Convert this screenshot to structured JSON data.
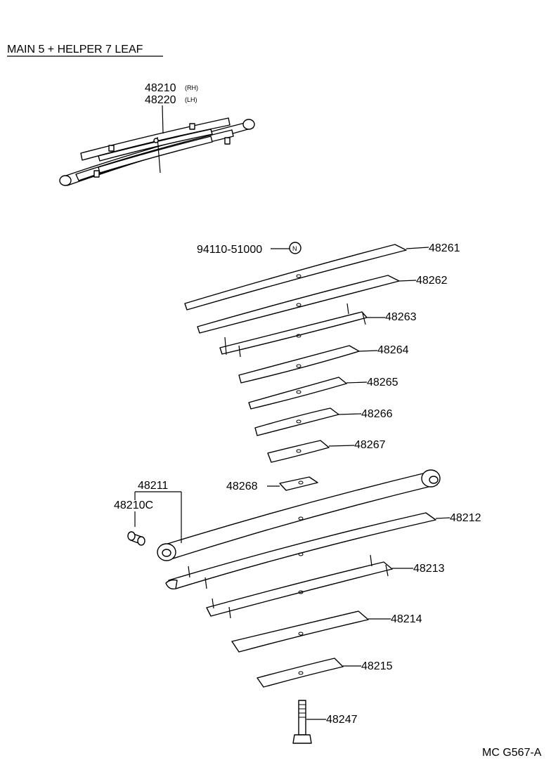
{
  "title": "MAIN 5 + HELPER 7 LEAF",
  "assembly": {
    "part_rh": "48210",
    "tag_rh": "(RH)",
    "part_lh": "48220",
    "tag_lh": "(LH)"
  },
  "nut": {
    "part": "94110-51000",
    "symbol": "N"
  },
  "parts": [
    "48261",
    "48262",
    "48263",
    "48264",
    "48265",
    "48266",
    "48267",
    "48268",
    "48211",
    "48210C",
    "48212",
    "48213",
    "48214",
    "48215",
    "48247"
  ],
  "figure_code": "MC G567-A"
}
